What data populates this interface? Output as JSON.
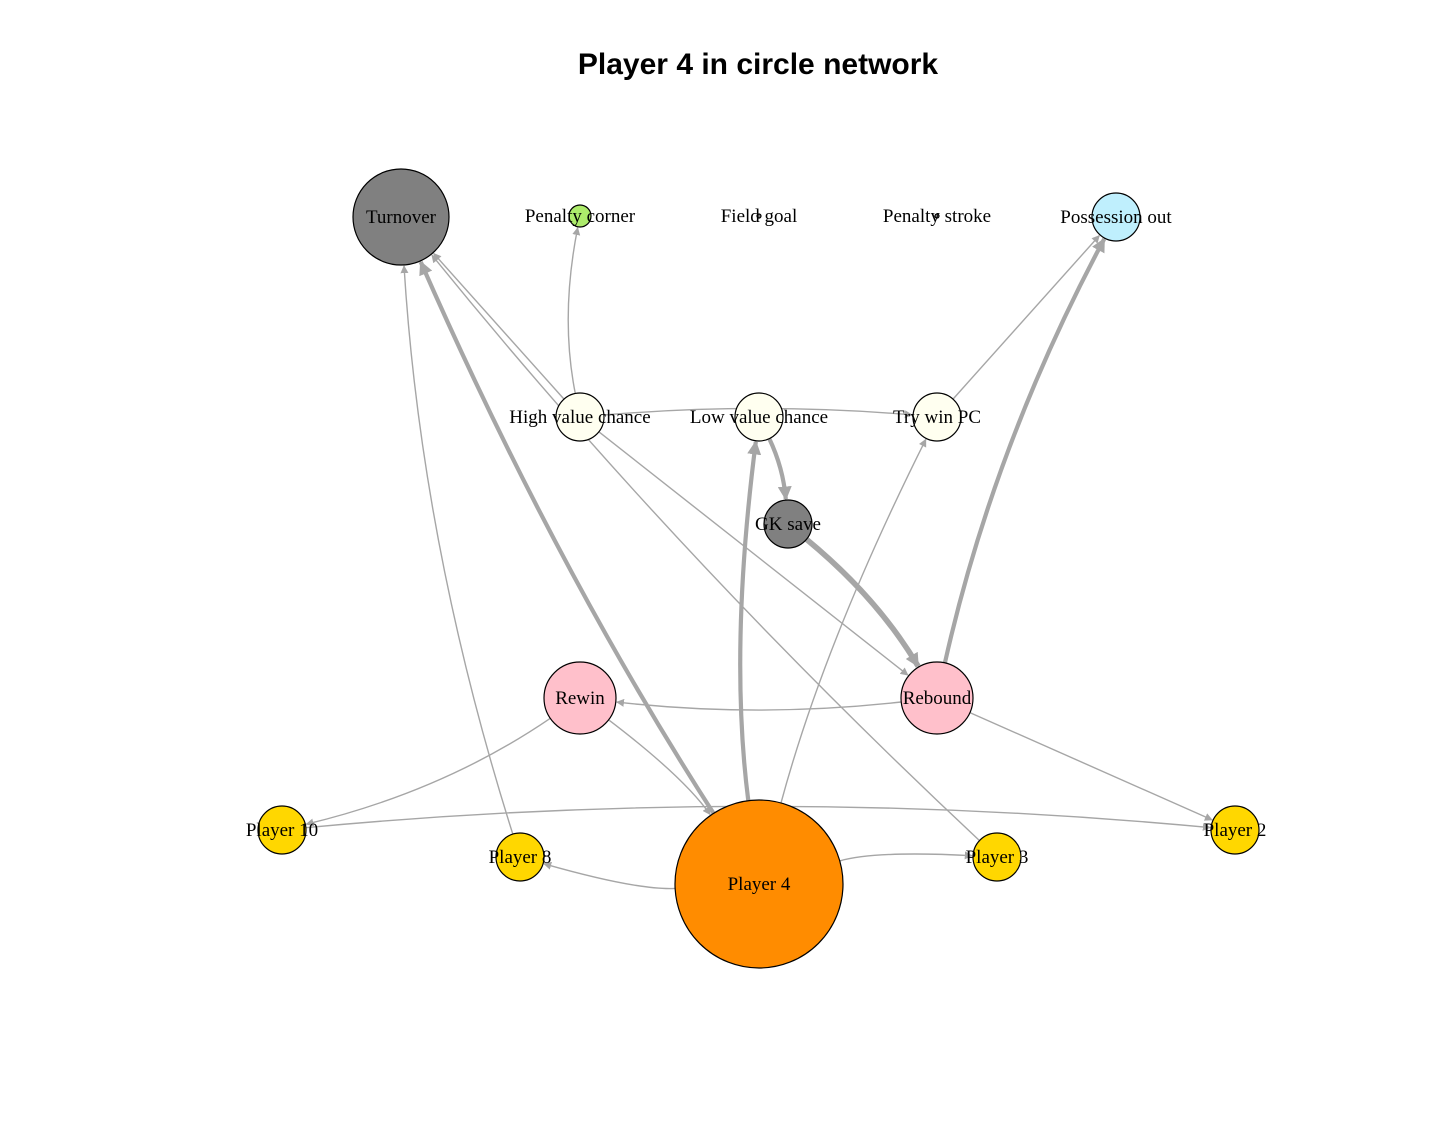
{
  "title": "Player 4 in circle network",
  "colors": {
    "edge": "#a6a6a6",
    "turnover": "#808080",
    "gk_save": "#808080",
    "penalty_corner": "#adeb6b",
    "possession_out": "#bfeffd",
    "chance": "#fffff0",
    "rewin_rebound": "#ffc0cb",
    "player": "#ffd700",
    "focus_player": "#ff8c00"
  },
  "nodes": [
    {
      "id": "turnover",
      "label": "Turnover",
      "color": "#808080"
    },
    {
      "id": "penalty_corner",
      "label": "Penalty corner",
      "color": "#adeb6b"
    },
    {
      "id": "field_goal",
      "label": "Field goal",
      "color": "#808080"
    },
    {
      "id": "penalty_stroke",
      "label": "Penalty stroke",
      "color": "#808080"
    },
    {
      "id": "possession_out",
      "label": "Possession out",
      "color": "#bfeffd"
    },
    {
      "id": "high_value_chance",
      "label": "High value chance",
      "color": "#fffff0"
    },
    {
      "id": "low_value_chance",
      "label": "Low value chance",
      "color": "#fffff0"
    },
    {
      "id": "try_win_pc",
      "label": "Try win PC",
      "color": "#fffff0"
    },
    {
      "id": "gk_save",
      "label": "GK save",
      "color": "#808080"
    },
    {
      "id": "rewin",
      "label": "Rewin",
      "color": "#ffc0cb"
    },
    {
      "id": "rebound",
      "label": "Rebound",
      "color": "#ffc0cb"
    },
    {
      "id": "player_10",
      "label": "Player 10",
      "color": "#ffd700"
    },
    {
      "id": "player_8",
      "label": "Player 8",
      "color": "#ffd700"
    },
    {
      "id": "player_4",
      "label": "Player 4",
      "color": "#ff8c00"
    },
    {
      "id": "player_3",
      "label": "Player 3",
      "color": "#ffd700"
    },
    {
      "id": "player_2",
      "label": "Player 2",
      "color": "#ffd700"
    }
  ],
  "edges": [
    {
      "from": "player_4",
      "to": "turnover",
      "weight": 3
    },
    {
      "from": "player_4",
      "to": "low_value_chance",
      "weight": 3
    },
    {
      "from": "player_4",
      "to": "try_win_pc",
      "weight": 1
    },
    {
      "from": "player_4",
      "to": "player_8",
      "weight": 1
    },
    {
      "from": "player_4",
      "to": "player_3",
      "weight": 1
    },
    {
      "from": "player_8",
      "to": "turnover",
      "weight": 1
    },
    {
      "from": "player_3",
      "to": "turnover",
      "weight": 1
    },
    {
      "from": "high_value_chance",
      "to": "turnover",
      "weight": 1
    },
    {
      "from": "high_value_chance",
      "to": "penalty_corner",
      "weight": 1
    },
    {
      "from": "high_value_chance",
      "to": "try_win_pc",
      "weight": 1
    },
    {
      "from": "high_value_chance",
      "to": "rebound",
      "weight": 1
    },
    {
      "from": "try_win_pc",
      "to": "possession_out",
      "weight": 1
    },
    {
      "from": "low_value_chance",
      "to": "gk_save",
      "weight": 3
    },
    {
      "from": "gk_save",
      "to": "rebound",
      "weight": 4
    },
    {
      "from": "rebound",
      "to": "possession_out",
      "weight": 3
    },
    {
      "from": "rebound",
      "to": "rewin",
      "weight": 1
    },
    {
      "from": "rebound",
      "to": "player_2",
      "weight": 1
    },
    {
      "from": "rewin",
      "to": "player_10",
      "weight": 1
    },
    {
      "from": "rewin",
      "to": "player_4",
      "weight": 1
    },
    {
      "from": "player_10",
      "to": "player_2",
      "weight": 1
    }
  ]
}
